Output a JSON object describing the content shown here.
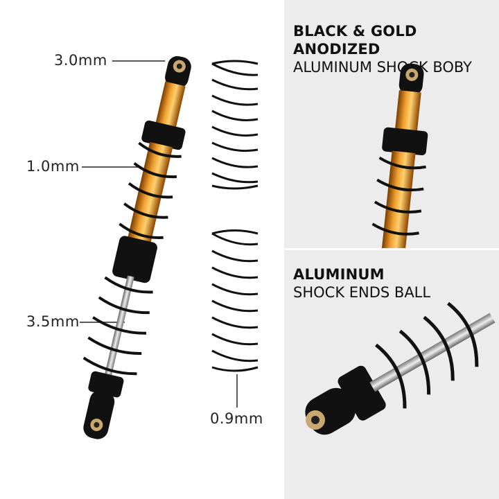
{
  "dimensions": {
    "top_end": "3.0mm",
    "upper_spring": "1.0mm",
    "rod": "3.5mm",
    "lower_spring": "0.9mm"
  },
  "feature_body": {
    "heading": "BLACK & GOLD ANODIZED",
    "subheading": "ALUMINUM SHOCK BOBY"
  },
  "feature_ends": {
    "heading": "ALUMINUM",
    "subheading": "SHOCK ENDS BALL"
  },
  "colors": {
    "gold": "#e08a10",
    "black": "#111111",
    "panel": "#ececec"
  }
}
